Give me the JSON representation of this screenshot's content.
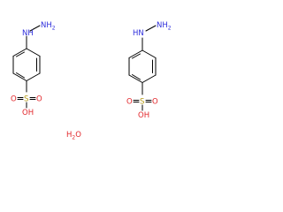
{
  "colors": {
    "nitrogen": "#2f2fdc",
    "oxygen": "#e2272b",
    "sulfur": "#b59a14",
    "carbon_bond": "#000000",
    "background": "#ffffff"
  },
  "molecules": [
    {
      "hydrazine": {
        "nh": "NH",
        "nh2": "NH",
        "nh2_sub": "2"
      },
      "sulfonic": {
        "s": "S",
        "o_left": "O",
        "o_right": "O",
        "oh": "OH"
      }
    },
    {
      "hydrazine": {
        "nh": "HN",
        "nh2": "NH",
        "nh2_sub": "2"
      },
      "sulfonic": {
        "s": "S",
        "o_left": "O",
        "o_right": "O",
        "oh": "OH"
      }
    }
  ],
  "water": {
    "h": "H",
    "h_sub": "2",
    "o": "O"
  }
}
